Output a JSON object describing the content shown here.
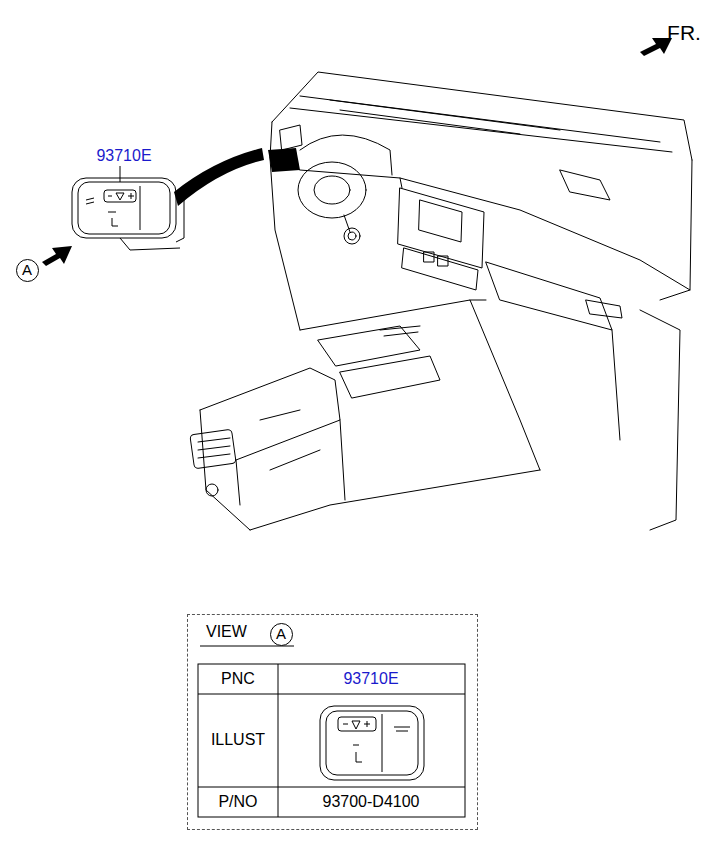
{
  "diagram": {
    "nodes": [
      {
        "text": [
          "A"
        ]
      },
      {
        "text": [
          "VIEW"
        ]
      },
      {
        "text": [
          "A"
        ],
        "in": 1
      }
    ],
    "labels": [
      "FR.",
      "93710E",
      "PNC",
      "93710E",
      "ILLUST",
      "P/NO",
      "93700-D4100"
    ]
  }
}
